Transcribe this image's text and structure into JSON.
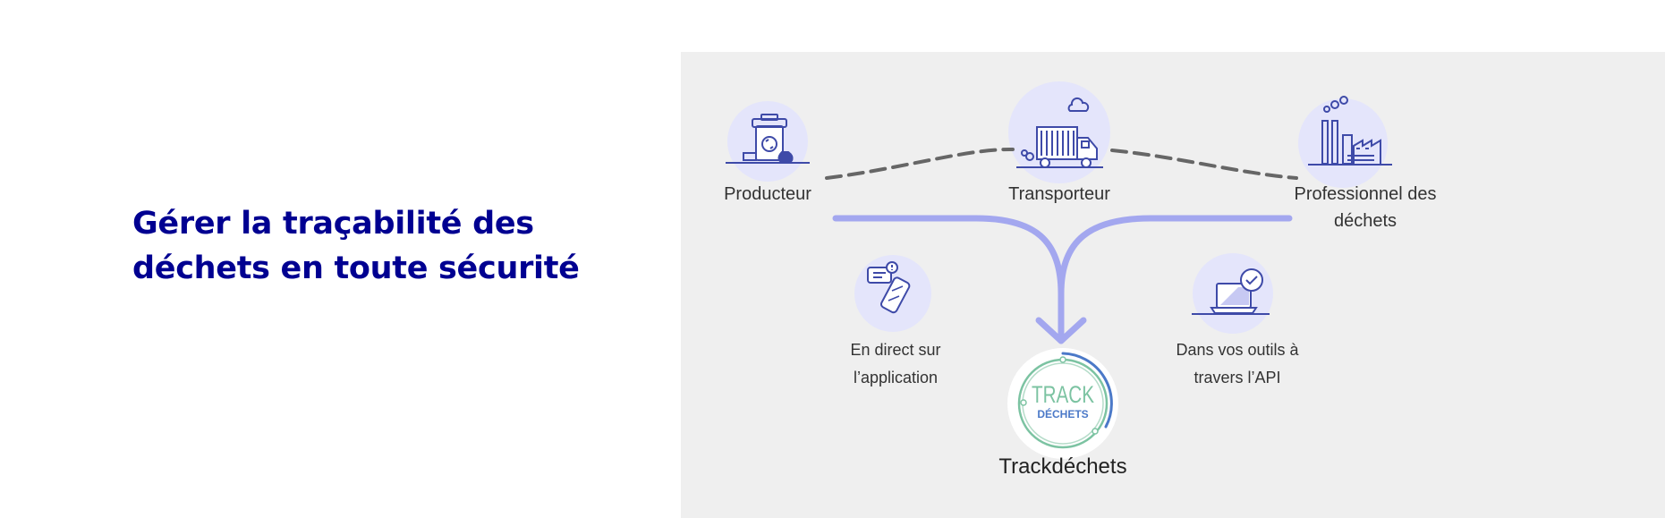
{
  "headline": {
    "line1": "Gérer la traçabilité des",
    "line2": "déchets en toute sécurité"
  },
  "diagram": {
    "actors": {
      "producer": "Producteur",
      "transporter": "Transporteur",
      "professional": [
        "Professionnel des",
        "déchets"
      ]
    },
    "channels": {
      "app": [
        "En direct sur",
        "l’application"
      ],
      "api": [
        "Dans vos outils à",
        "travers l’API"
      ]
    },
    "hub": {
      "name": "Trackdéchets",
      "logo_top": "TRACK",
      "logo_bottom": "DÉCHETS"
    }
  },
  "colors": {
    "headline": "#000091",
    "panel_background": "#efefef",
    "flow_arrow": "#a3a7ef",
    "icon_circle": "#e4e5fb",
    "icon_stroke": "#3e4aa8",
    "dashed_route": "#666666",
    "logo_teal": "#7cc3a2",
    "logo_blue": "#4b79c8"
  },
  "icons": [
    "waste-bin-icon",
    "truck-icon",
    "factory-icon",
    "phone-notification-icon",
    "laptop-check-icon",
    "trackdechets-logo"
  ]
}
